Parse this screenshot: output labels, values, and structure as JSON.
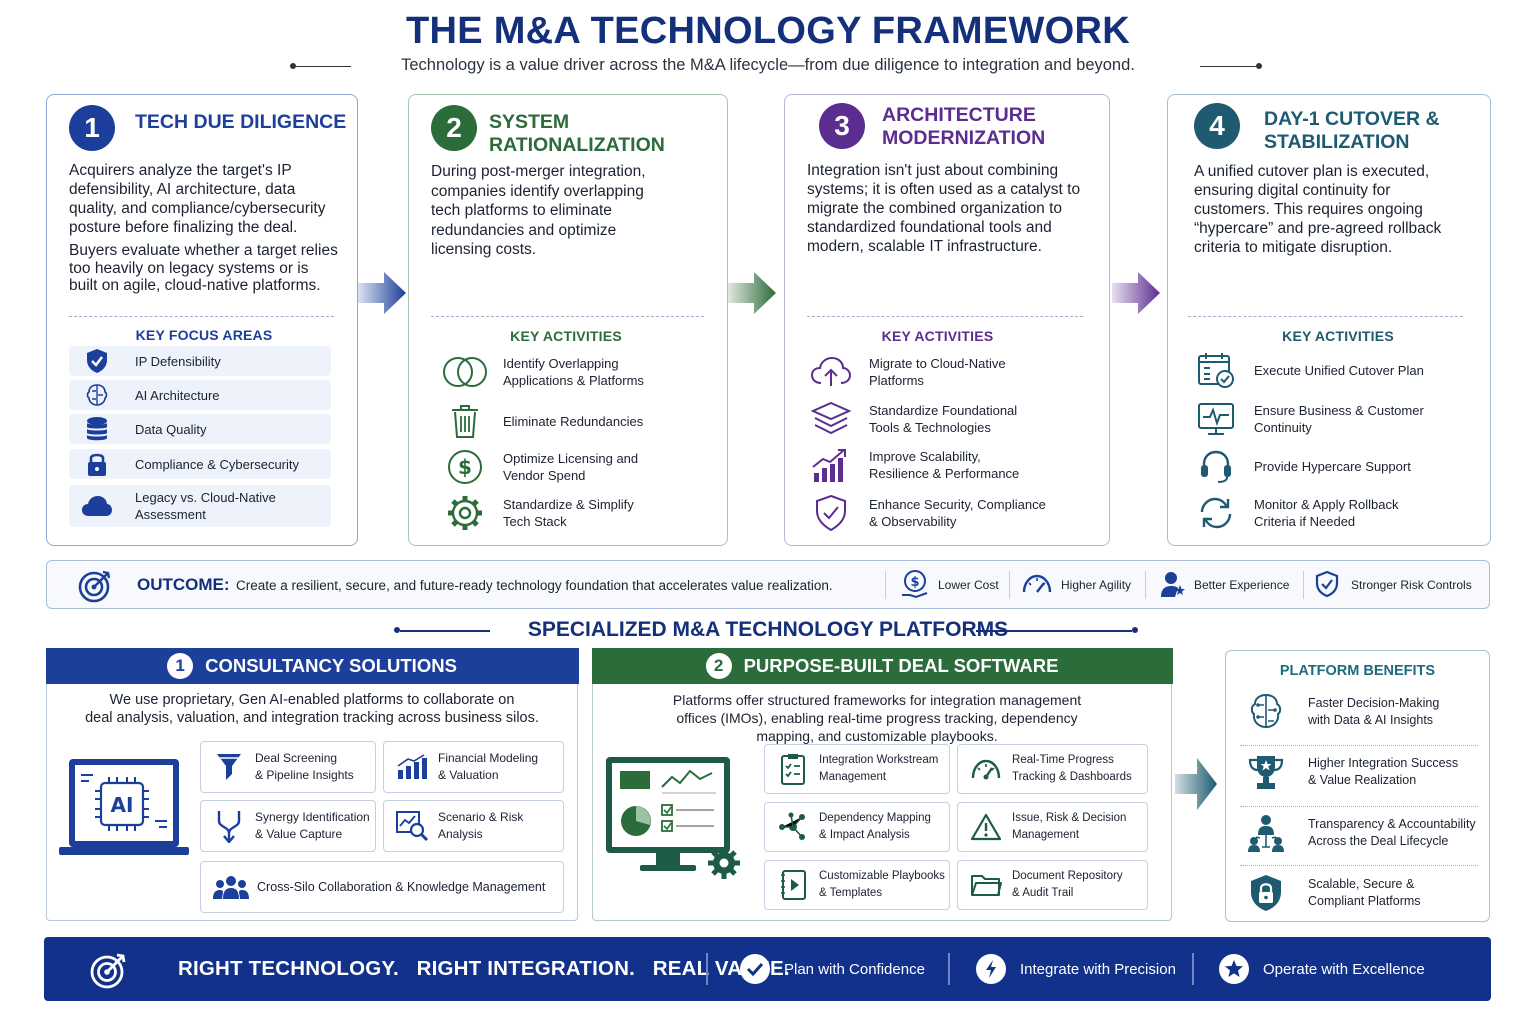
{
  "title": "THE M&A TECHNOLOGY FRAMEWORK",
  "subtitle": "Technology is a value driver across the M&A lifecycle—from due diligence to integration and beyond.",
  "colors": {
    "navy": "#14307a",
    "blue": "#1c3f9c",
    "green": "#2c6b3a",
    "purple": "#5b2d91",
    "teal": "#1e5a70"
  },
  "stages": [
    {
      "number": "1",
      "title": "TECH DUE DILIGENCE",
      "body": [
        "Acquirers analyze the target's IP defensibility, AI architecture, data quality, and compliance/cybersecurity posture before finalizing the deal.",
        "Buyers evaluate whether a target relies too heavily on legacy systems or is built on agile, cloud-native platforms."
      ],
      "section_title": "KEY FOCUS AREAS",
      "items": [
        {
          "icon": "shield-check-icon",
          "label": "IP Defensibility"
        },
        {
          "icon": "brain-circuit-icon",
          "label": "AI Architecture"
        },
        {
          "icon": "database-icon",
          "label": "Data Quality"
        },
        {
          "icon": "lock-icon",
          "label": "Compliance & Cybersecurity"
        },
        {
          "icon": "cloud-icon",
          "label": "Legacy vs. Cloud-Native Assessment"
        }
      ]
    },
    {
      "number": "2",
      "title": "SYSTEM RATIONALIZATION",
      "body": [
        "During post-merger integration, companies identify overlapping tech platforms to eliminate redundancies and optimize licensing costs."
      ],
      "section_title": "KEY ACTIVITIES",
      "items": [
        {
          "icon": "overlap-circles-icon",
          "label": "Identify Overlapping Applications & Platforms"
        },
        {
          "icon": "trash-icon",
          "label": "Eliminate Redundancies"
        },
        {
          "icon": "dollar-icon",
          "label": "Optimize Licensing and Vendor Spend"
        },
        {
          "icon": "gear-icon",
          "label": "Standardize & Simplify Tech Stack"
        }
      ]
    },
    {
      "number": "3",
      "title": "ARCHITECTURE MODERNIZATION",
      "body": [
        "Integration isn't just about combining systems; it is often used as a catalyst to migrate the combined organization to standardized foundational tools and modern, scalable IT infrastructure."
      ],
      "section_title": "KEY ACTIVITIES",
      "items": [
        {
          "icon": "cloud-upload-icon",
          "label": "Migrate to Cloud-Native Platforms"
        },
        {
          "icon": "layers-icon",
          "label": "Standardize Foundational Tools & Technologies"
        },
        {
          "icon": "growth-chart-icon",
          "label": "Improve Scalability, Resilience & Performance"
        },
        {
          "icon": "shield-check-icon",
          "label": "Enhance Security, Compliance & Observability"
        }
      ]
    },
    {
      "number": "4",
      "title": "DAY-1 CUTOVER & STABILIZATION",
      "body": [
        "A unified cutover plan is executed, ensuring digital continuity for customers. This requires ongoing “hypercare” and pre-agreed rollback criteria to mitigate disruption."
      ],
      "section_title": "KEY ACTIVITIES",
      "items": [
        {
          "icon": "calendar-check-icon",
          "label": "Execute Unified Cutover Plan"
        },
        {
          "icon": "monitor-pulse-icon",
          "label": "Ensure Business & Customer Continuity"
        },
        {
          "icon": "headset-icon",
          "label": "Provide Hypercare Support"
        },
        {
          "icon": "refresh-icon",
          "label": "Monitor & Apply Rollback Criteria if Needed"
        }
      ]
    }
  ],
  "outcome": {
    "label": "OUTCOME:",
    "text": "Create a resilient, secure, and future-ready technology foundation that accelerates value realization.",
    "badges": [
      {
        "icon": "money-hand-icon",
        "label": "Lower Cost"
      },
      {
        "icon": "speedometer-icon",
        "label": "Higher Agility"
      },
      {
        "icon": "user-star-icon",
        "label": "Better Experience"
      },
      {
        "icon": "shield-check-icon",
        "label": "Stronger Risk Controls"
      }
    ]
  },
  "platforms": {
    "title": "SPECIALIZED M&A TECHNOLOGY PLATFORMS",
    "consultancy": {
      "number": "1",
      "title": "CONSULTANCY SOLUTIONS",
      "description": [
        "We use proprietary, Gen AI-enabled platforms to collaborate on",
        "deal analysis, valuation, and integration tracking across business silos."
      ],
      "illustration_label": "AI",
      "tiles": [
        {
          "icon": "funnel-icon",
          "label": [
            "Deal Screening",
            "& Pipeline Insights"
          ]
        },
        {
          "icon": "bar-chart-icon",
          "label": [
            "Financial Modeling",
            "& Valuation"
          ]
        },
        {
          "icon": "merge-arrow-icon",
          "label": [
            "Synergy Identification",
            "& Value Capture"
          ]
        },
        {
          "icon": "magnifier-chart-icon",
          "label": [
            "Scenario & Risk",
            "Analysis"
          ]
        },
        {
          "icon": "team-icon",
          "label": [
            "Cross-Silo Collaboration & Knowledge Management"
          ]
        }
      ]
    },
    "deal_software": {
      "number": "2",
      "title": "PURPOSE-BUILT DEAL SOFTWARE",
      "description": [
        "Platforms offer structured frameworks for integration management",
        "offices (IMOs), enabling real-time progress tracking, dependency",
        "mapping, and customizable playbooks."
      ],
      "tiles": [
        {
          "icon": "checklist-icon",
          "label": [
            "Integration Workstream",
            "Management"
          ]
        },
        {
          "icon": "gauge-icon",
          "label": [
            "Real-Time Progress",
            "Tracking & Dashboards"
          ]
        },
        {
          "icon": "network-icon",
          "label": [
            "Dependency Mapping",
            "& Impact Analysis"
          ]
        },
        {
          "icon": "warning-icon",
          "label": [
            "Issue, Risk & Decision",
            "Management"
          ]
        },
        {
          "icon": "playbook-icon",
          "label": [
            "Customizable Playbooks",
            "& Templates"
          ]
        },
        {
          "icon": "folder-icon",
          "label": [
            "Document Repository",
            "& Audit Trail"
          ]
        }
      ]
    },
    "benefits": {
      "title": "PLATFORM BENEFITS",
      "items": [
        {
          "icon": "brain-icon",
          "label": [
            "Faster Decision-Making",
            "with Data & AI Insights"
          ]
        },
        {
          "icon": "trophy-icon",
          "label": [
            "Higher Integration Success",
            "& Value Realization"
          ]
        },
        {
          "icon": "people-network-icon",
          "label": [
            "Transparency & Accountability",
            "Across the Deal Lifecycle"
          ]
        },
        {
          "icon": "lock-shield-icon",
          "label": [
            "Scalable, Secure &",
            "Compliant Platforms"
          ]
        }
      ]
    }
  },
  "banner": {
    "tagline": "RIGHT TECHNOLOGY.   RIGHT INTEGRATION.   REAL VALUE.",
    "items": [
      {
        "icon": "check-icon",
        "label": "Plan with Confidence"
      },
      {
        "icon": "lightning-icon",
        "label": "Integrate with Precision"
      },
      {
        "icon": "star-icon",
        "label": "Operate with Excellence"
      }
    ]
  }
}
